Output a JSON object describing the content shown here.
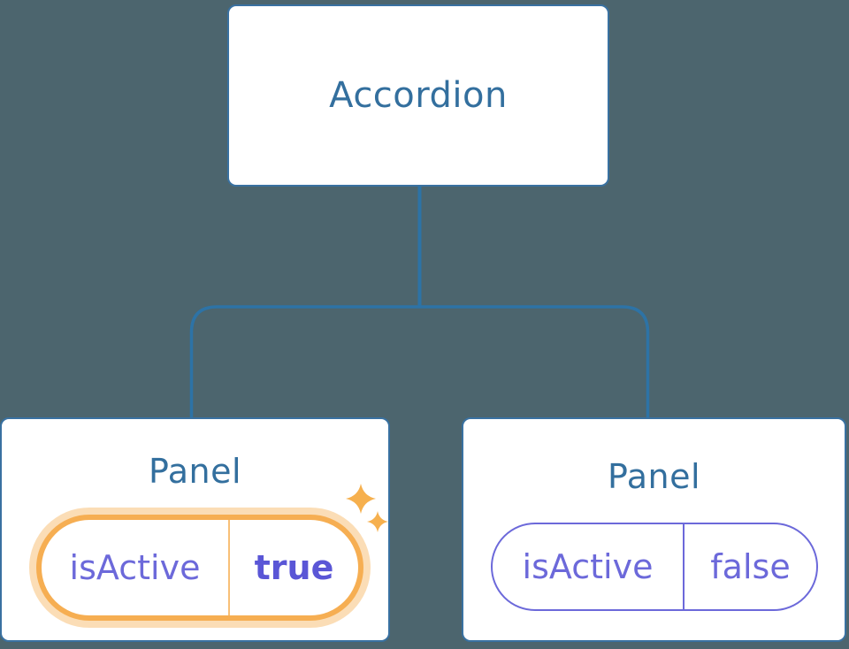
{
  "canvas": {
    "background_color": "#4c656e"
  },
  "palette": {
    "node_fill": "#ffffff",
    "node_border": "#3971a1",
    "node_text": "#336f9e",
    "connector_line": "#2d73a6",
    "state_text": "#6c69da",
    "state_value_active_text": "#5a56d6",
    "highlight_border": "#f6ae52",
    "highlight_glow": "rgba(246,174,82,0.42)",
    "sparkle": "#f6b04e"
  },
  "tree": {
    "root": {
      "label": "Accordion"
    },
    "panels": [
      {
        "title": "Panel",
        "state_key": "isActive",
        "state_value": "true",
        "highlighted": true,
        "icon": "sparkles-icon"
      },
      {
        "title": "Panel",
        "state_key": "isActive",
        "state_value": "false",
        "highlighted": false
      }
    ]
  }
}
